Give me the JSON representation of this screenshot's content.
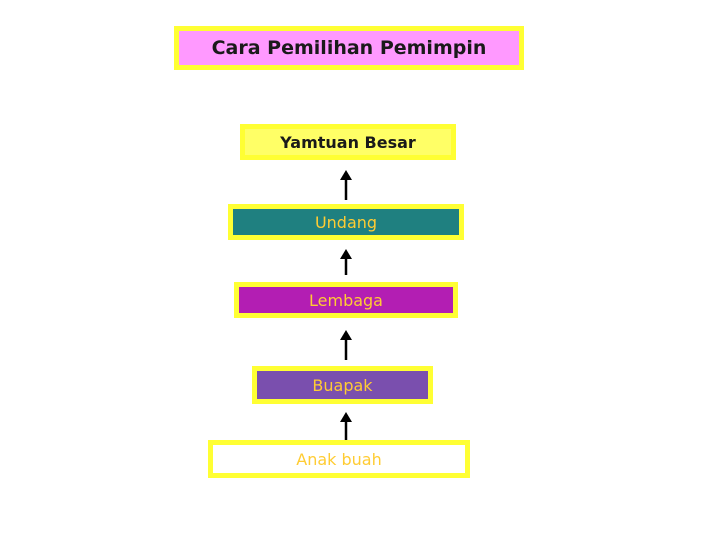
{
  "title": "Cara Pemilihan Pemimpin",
  "levels": [
    {
      "label": "Yamtuan Besar",
      "fill": "#ffff66",
      "text_color": "#1a1a1a"
    },
    {
      "label": "Undang",
      "fill": "#1f8080",
      "text_color": "#ffcc33"
    },
    {
      "label": "Lembaga",
      "fill": "#b31eb3",
      "text_color": "#ffcc33"
    },
    {
      "label": "Buapak",
      "fill": "#7a4fae",
      "text_color": "#ffcc33"
    },
    {
      "label": "Anak buah",
      "fill": "#ffffff",
      "text_color": "#ffcc33"
    }
  ],
  "colors": {
    "title_fill": "#ff99ff",
    "border": "#ffff33",
    "arrow": "#000000"
  }
}
